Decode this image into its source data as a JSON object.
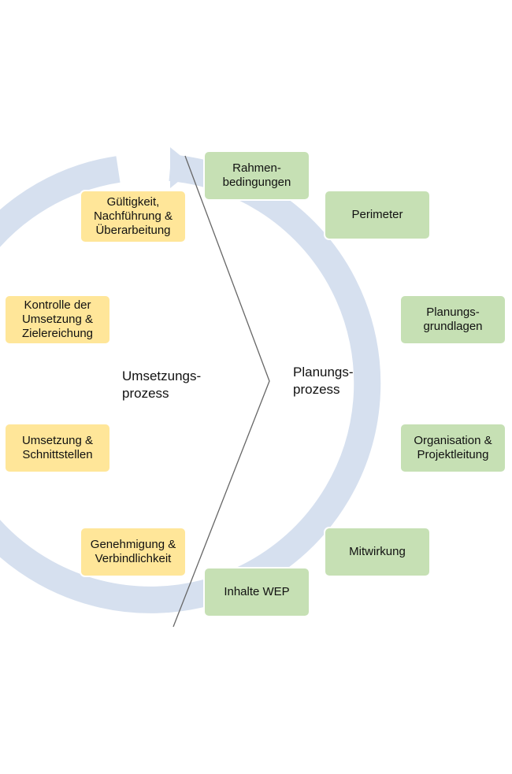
{
  "colors": {
    "ring": "#d6e0ef",
    "divider": "#666666",
    "planning_box": "#c6e0b4",
    "implementation_box": "#ffe699"
  },
  "labels": {
    "implementation": "Umsetzungs-\nprozess",
    "planning": "Planungs-\nprozess"
  },
  "planning_steps": [
    "Rahmen-\nbedingungen",
    "Perimeter",
    "Planungs-\ngrundlagen",
    "Organisation &\nProjektleitung",
    "Mitwirkung",
    "Inhalte WEP"
  ],
  "implementation_steps": [
    "Genehmigung &\nVerbindlichkeit",
    "Umsetzung &\nSchnittstellen",
    "Kontrolle der\nUmsetzung &\nZielereichung",
    "Gültigkeit,\nNachführung &\nÜberarbeitung"
  ]
}
